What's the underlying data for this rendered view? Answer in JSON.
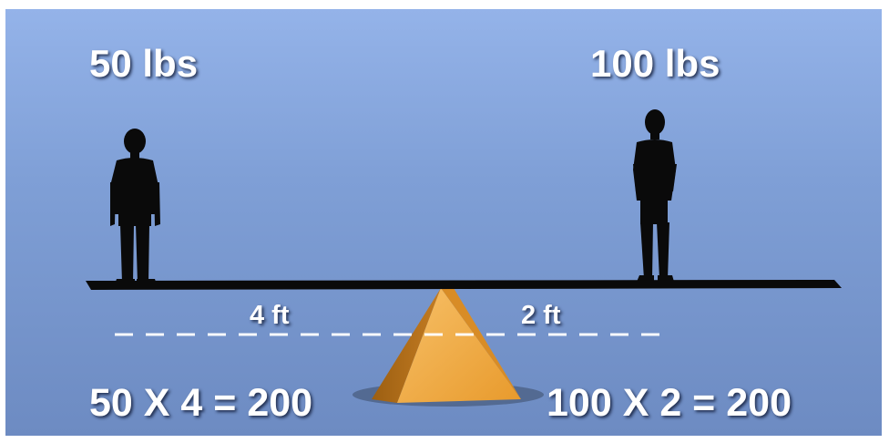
{
  "left_side": {
    "weight": "50 lbs",
    "distance": "4 ft",
    "equation": "50 X 4 = 200"
  },
  "right_side": {
    "weight": "100 lbs",
    "distance": "2 ft",
    "equation": "100 X 2 = 200"
  },
  "colors": {
    "background_top": "#94b3e9",
    "background_bottom": "#6d8bc2",
    "fulcrum": "#e8a23a",
    "silhouette": "#0a0a0a",
    "text": "#ffffff"
  }
}
